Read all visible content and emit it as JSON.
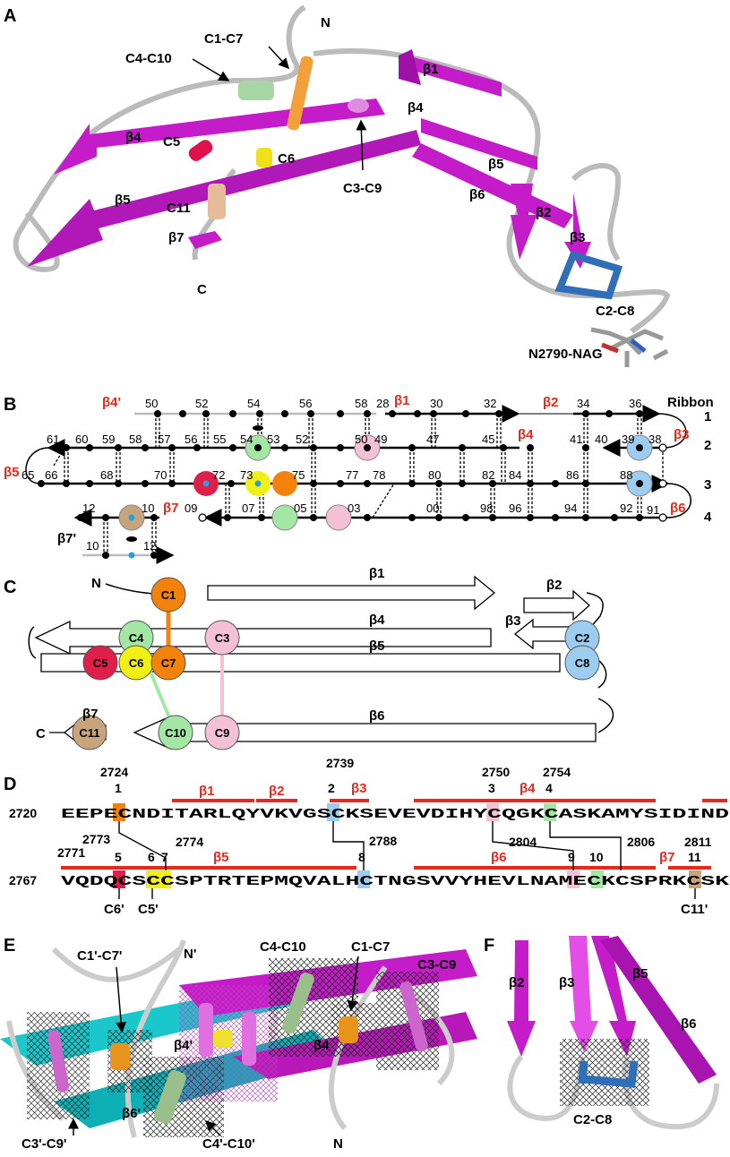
{
  "panels": {
    "A": "A",
    "B": "B",
    "C": "C",
    "D": "D",
    "E": "E",
    "F": "F"
  },
  "panelA": {
    "n_term": "N",
    "c_term": "C",
    "disulfides": [
      "C1-C7",
      "C4-C10",
      "C3-C9",
      "C2-C8"
    ],
    "cys": [
      "C5",
      "C6",
      "C11"
    ],
    "strands": [
      "β1",
      "β2",
      "β3",
      "β4",
      "β5",
      "β6",
      "β7",
      "β4",
      "β5"
    ],
    "glycan": "N2790-NAG"
  },
  "panelB": {
    "ribbon_title": "Ribbon",
    "ribbon_numbers": [
      "1",
      "2",
      "3",
      "4"
    ],
    "strand_labels": [
      "β4'",
      "β1",
      "β2",
      "β3",
      "β4",
      "β5",
      "β7",
      "β6",
      "β7'"
    ],
    "row1": [
      "50",
      "52",
      "54",
      "56",
      "58",
      "28",
      "30",
      "32",
      "34",
      "36"
    ],
    "row2": [
      "61",
      "60",
      "59",
      "58",
      "57",
      "56",
      "55",
      "54",
      "53",
      "52",
      "50",
      "49",
      "47",
      "45",
      "41",
      "40",
      "39",
      "38"
    ],
    "row3": [
      "65",
      "66",
      "68",
      "70",
      "72",
      "73",
      "75",
      "77",
      "78",
      "80",
      "82",
      "84",
      "86",
      "88"
    ],
    "row4": [
      "12",
      "10",
      "09",
      "07",
      "05",
      "03",
      "00",
      "98",
      "96",
      "94",
      "92",
      "91"
    ],
    "row5": [
      "10",
      "12"
    ]
  },
  "panelC": {
    "n_term": "N",
    "c_term": "C",
    "strands": [
      "β1",
      "β2",
      "β3",
      "β4",
      "β5",
      "β6",
      "β7"
    ],
    "cys": [
      "C1",
      "C2",
      "C3",
      "C4",
      "C5",
      "C6",
      "C7",
      "C8",
      "C9",
      "C10",
      "C11"
    ]
  },
  "panelD": {
    "line1_start": "2720",
    "line1_seq": "EEPECNDITARLQYVKVGSCKSEVEVDIHYCQGKCASKAMYSIDIND",
    "line2_start": "2767",
    "line2_seq": "VQDQCSCCSPTRTEPMQVALHCTNGSVVYHEVLNAMECKCSPRKCSK",
    "top_numbers": [
      "2724",
      "2739",
      "2750",
      "2754",
      "2773",
      "2774",
      "2771",
      "2788",
      "2804",
      "2806",
      "2811"
    ],
    "cys_index": [
      "1",
      "2",
      "3",
      "4",
      "5",
      "6",
      "7",
      "8",
      "9",
      "10",
      "11"
    ],
    "strands": [
      "β1",
      "β2",
      "β3",
      "β4",
      "β5",
      "β6",
      "β7"
    ],
    "partners": [
      "C6'",
      "C5'",
      "C11'"
    ]
  },
  "panelE": {
    "labels": [
      "C1'-C7'",
      "N'",
      "C4-C10",
      "C1-C7",
      "C3-C9",
      "β4'",
      "β4",
      "β6'",
      "C3'-C9'",
      "C4'-C10'",
      "N"
    ]
  },
  "panelF": {
    "labels": [
      "β2",
      "β3",
      "β5",
      "β6",
      "C2-C8"
    ]
  },
  "colors": {
    "magenta": "#c41cc8",
    "cyan": "#14c8cc",
    "orange": "#f2820a",
    "green": "#a4e6a4",
    "pink": "#f4c0d4",
    "blue": "#9ccdf0",
    "red": "#e01e4a",
    "yellow": "#f0f016",
    "tan": "#c8a47c",
    "strand_red": "#e8281e"
  }
}
